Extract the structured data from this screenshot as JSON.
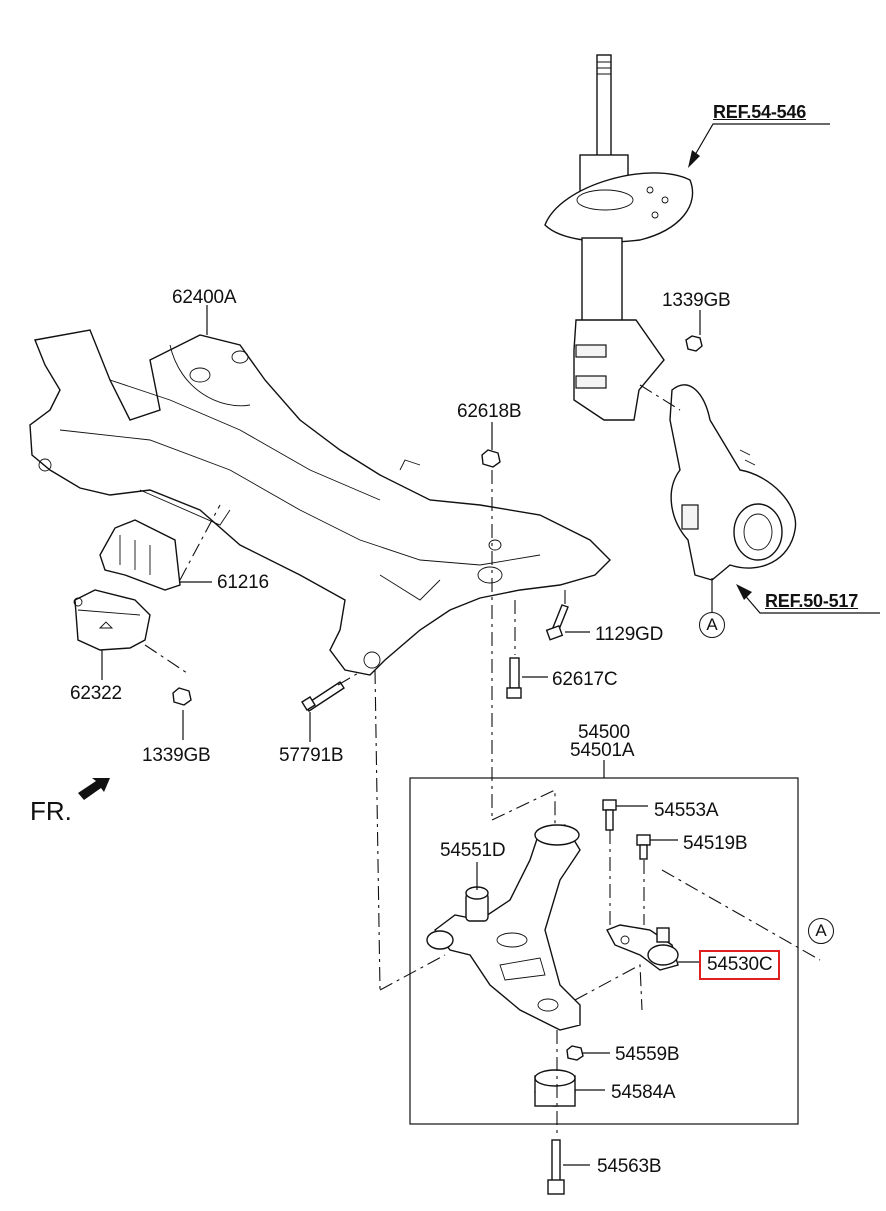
{
  "labels": {
    "ref_54546": "REF.54-546",
    "ref_50517": "REF.50-517",
    "p62400A": "62400A",
    "p1339GB_top": "1339GB",
    "p62618B": "62618B",
    "p61216": "61216",
    "p1129GD": "1129GD",
    "p62617C": "62617C",
    "p62322": "62322",
    "p1339GB_bottom": "1339GB",
    "p57791B": "57791B",
    "p54500": "54500",
    "p54501A": "54501A",
    "p54553A": "54553A",
    "p54519B": "54519B",
    "p54551D": "54551D",
    "p54530C": "54530C",
    "p54559B": "54559B",
    "p54584A": "54584A",
    "p54563B": "54563B",
    "fr": "FR.",
    "circle_a_top": "A",
    "circle_a_bottom": "A"
  },
  "highlight_color": "#e0201f"
}
